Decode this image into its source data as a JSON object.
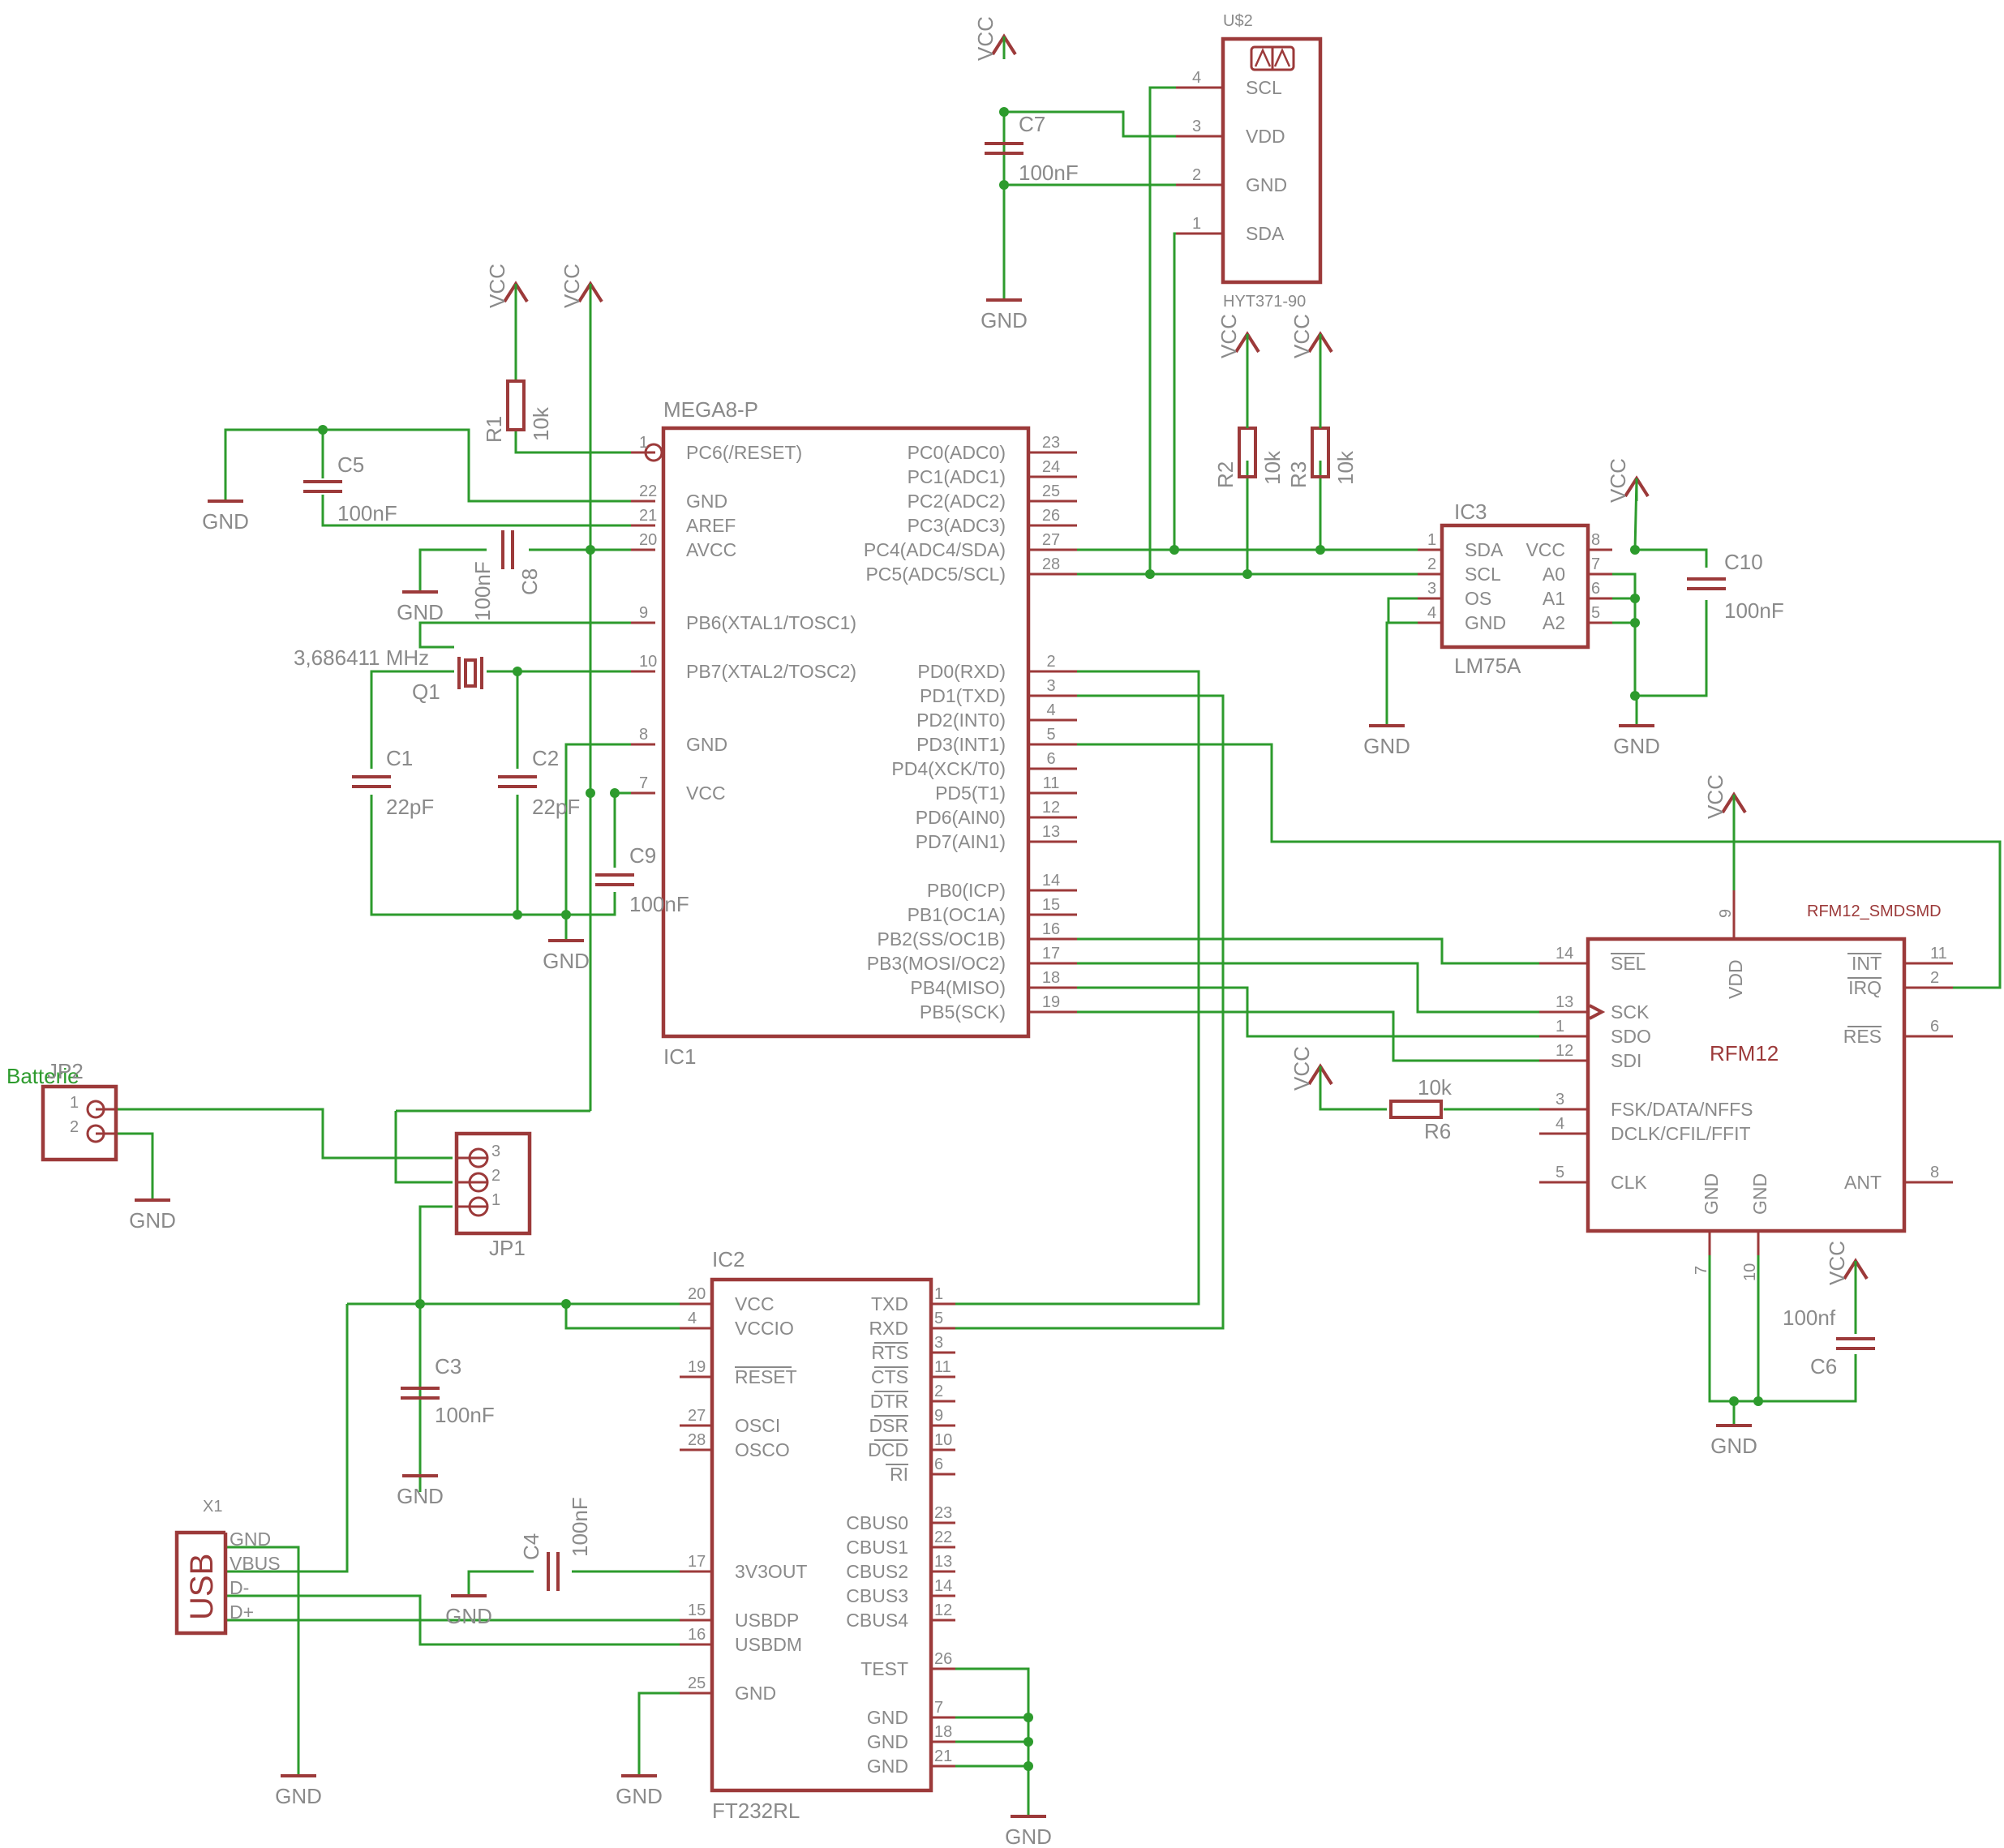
{
  "ic1": {
    "name": "MEGA8-P",
    "ref": "IC1",
    "left": [
      {
        "n": "1",
        "l": "PC6(/RESET)"
      },
      {
        "n": "22",
        "l": "GND"
      },
      {
        "n": "21",
        "l": "AREF"
      },
      {
        "n": "20",
        "l": "AVCC"
      },
      {
        "n": "9",
        "l": "PB6(XTAL1/TOSC1)"
      },
      {
        "n": "10",
        "l": "PB7(XTAL2/TOSC2)"
      },
      {
        "n": "8",
        "l": "GND"
      },
      {
        "n": "7",
        "l": "VCC"
      }
    ],
    "right": [
      {
        "n": "23",
        "l": "PC0(ADC0)"
      },
      {
        "n": "24",
        "l": "PC1(ADC1)"
      },
      {
        "n": "25",
        "l": "PC2(ADC2)"
      },
      {
        "n": "26",
        "l": "PC3(ADC3)"
      },
      {
        "n": "27",
        "l": "PC4(ADC4/SDA)"
      },
      {
        "n": "28",
        "l": "PC5(ADC5/SCL)"
      },
      {
        "n": "2",
        "l": "PD0(RXD)"
      },
      {
        "n": "3",
        "l": "PD1(TXD)"
      },
      {
        "n": "4",
        "l": "PD2(INT0)"
      },
      {
        "n": "5",
        "l": "PD3(INT1)"
      },
      {
        "n": "6",
        "l": "PD4(XCK/T0)"
      },
      {
        "n": "11",
        "l": "PD5(T1)"
      },
      {
        "n": "12",
        "l": "PD6(AIN0)"
      },
      {
        "n": "13",
        "l": "PD7(AIN1)"
      },
      {
        "n": "14",
        "l": "PB0(ICP)"
      },
      {
        "n": "15",
        "l": "PB1(OC1A)"
      },
      {
        "n": "16",
        "l": "PB2(SS/OC1B)"
      },
      {
        "n": "17",
        "l": "PB3(MOSI/OC2)"
      },
      {
        "n": "18",
        "l": "PB4(MISO)"
      },
      {
        "n": "19",
        "l": "PB5(SCK)"
      }
    ]
  },
  "ic2": {
    "name": "FT232RL",
    "ref": "IC2",
    "left": [
      {
        "n": "20",
        "l": "VCC"
      },
      {
        "n": "4",
        "l": "VCCIO"
      },
      {
        "n": "19",
        "l": "RESET"
      },
      {
        "n": "27",
        "l": "OSCI"
      },
      {
        "n": "28",
        "l": "OSCO"
      },
      {
        "n": "17",
        "l": "3V3OUT"
      },
      {
        "n": "15",
        "l": "USBDP"
      },
      {
        "n": "16",
        "l": "USBDM"
      },
      {
        "n": "25",
        "l": "GND"
      }
    ],
    "right": [
      {
        "n": "1",
        "l": "TXD"
      },
      {
        "n": "5",
        "l": "RXD"
      },
      {
        "n": "3",
        "l": "RTS"
      },
      {
        "n": "11",
        "l": "CTS"
      },
      {
        "n": "2",
        "l": "DTR"
      },
      {
        "n": "9",
        "l": "DSR"
      },
      {
        "n": "10",
        "l": "DCD"
      },
      {
        "n": "6",
        "l": "RI"
      },
      {
        "n": "23",
        "l": "CBUS0"
      },
      {
        "n": "22",
        "l": "CBUS1"
      },
      {
        "n": "13",
        "l": "CBUS2"
      },
      {
        "n": "14",
        "l": "CBUS3"
      },
      {
        "n": "12",
        "l": "CBUS4"
      },
      {
        "n": "26",
        "l": "TEST"
      },
      {
        "n": "7",
        "l": "GND"
      },
      {
        "n": "18",
        "l": "GND"
      },
      {
        "n": "21",
        "l": "GND"
      }
    ]
  },
  "ic3": {
    "ref": "IC3",
    "value": "LM75A",
    "left": [
      {
        "n": "1",
        "l": "SDA"
      },
      {
        "n": "2",
        "l": "SCL"
      },
      {
        "n": "3",
        "l": "OS"
      },
      {
        "n": "4",
        "l": "GND"
      }
    ],
    "right": [
      {
        "n": "8",
        "l": "VCC"
      },
      {
        "n": "7",
        "l": "A0"
      },
      {
        "n": "6",
        "l": "A1"
      },
      {
        "n": "5",
        "l": "A2"
      }
    ]
  },
  "us2": {
    "ref": "U$2",
    "value": "HYT371-90",
    "pins": [
      {
        "n": "4",
        "l": "SCL"
      },
      {
        "n": "3",
        "l": "VDD"
      },
      {
        "n": "2",
        "l": "GND"
      },
      {
        "n": "1",
        "l": "SDA"
      }
    ]
  },
  "rfm": {
    "name": "RFM12_SMDSMD",
    "center": "RFM12",
    "left": [
      {
        "n": "14",
        "l": "SEL"
      },
      {
        "n": "13",
        "l": "SCK"
      },
      {
        "n": "1",
        "l": "SDO"
      },
      {
        "n": "12",
        "l": "SDI"
      },
      {
        "n": "3",
        "l": "FSK/DATA/NFFS"
      },
      {
        "n": "4",
        "l": "DCLK/CFIL/FFIT"
      },
      {
        "n": "5",
        "l": "CLK"
      }
    ],
    "right": [
      {
        "n": "11",
        "l": "INT"
      },
      {
        "n": "2",
        "l": "IRQ"
      },
      {
        "n": "6",
        "l": "RES"
      },
      {
        "n": "8",
        "l": "ANT"
      }
    ],
    "top": {
      "n": "9",
      "l": "VDD"
    },
    "bottom": [
      {
        "n": "7",
        "l": "GND"
      },
      {
        "n": "10",
        "l": "GND"
      }
    ]
  },
  "parts": {
    "c1": {
      "ref": "C1",
      "val": "22pF"
    },
    "c2": {
      "ref": "C2",
      "val": "22pF"
    },
    "c3": {
      "ref": "C3",
      "val": "100nF"
    },
    "c4": {
      "ref": "C4",
      "val": "100nF"
    },
    "c5": {
      "ref": "C5",
      "val": "100nF"
    },
    "c6": {
      "ref": "C6",
      "val": "100nf"
    },
    "c7": {
      "ref": "C7",
      "val": "100nF"
    },
    "c8": {
      "ref": "C8",
      "val": "100nF"
    },
    "c9": {
      "ref": "C9",
      "val": "100nF"
    },
    "c10": {
      "ref": "C10",
      "val": "100nF"
    },
    "r1": {
      "ref": "R1",
      "val": "10k"
    },
    "r2": {
      "ref": "R2",
      "val": "10k"
    },
    "r3": {
      "ref": "R3",
      "val": "10k"
    },
    "r6": {
      "ref": "R6",
      "val": "10k"
    },
    "q1": {
      "ref": "Q1",
      "val": "3,686411 MHz"
    },
    "jp1": {
      "ref": "JP1",
      "pins": [
        "3",
        "2",
        "1"
      ]
    },
    "jp2": {
      "ref": "JP2",
      "label": "Batterie",
      "pins": [
        "1",
        "2"
      ]
    },
    "x1": {
      "ref": "X1",
      "body": "USB",
      "pins": [
        "GND",
        "VBUS",
        "D-",
        "D+"
      ]
    }
  },
  "supply": {
    "vcc": "VCC",
    "gnd": "GND"
  },
  "colors": {
    "body": "#9c3a3a",
    "wire": "#2d9b2d",
    "text": "#8a8a8a"
  }
}
